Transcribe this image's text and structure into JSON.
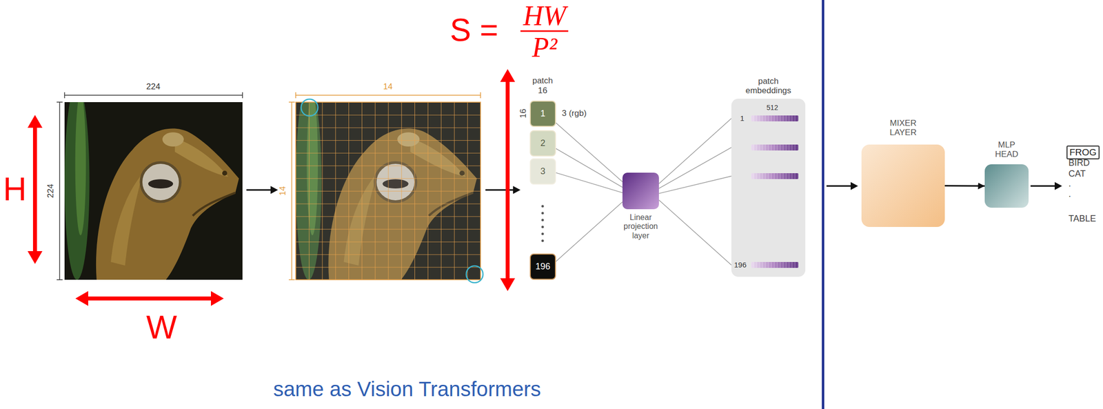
{
  "diagram": {
    "nodes": [
      {
        "text": [
          "1"
        ]
      },
      {
        "text": [
          "2"
        ]
      },
      {
        "text": [
          "3"
        ]
      },
      {
        "text": [
          "196"
        ]
      },
      {
        "text": [
          "Linear projection layer"
        ]
      },
      {
        "text": [
          "patch embeddings",
          "512",
          "1",
          "196"
        ]
      },
      {
        "text": [
          "MIXER LAYER"
        ]
      },
      {
        "text": [
          "MLP HEAD"
        ]
      },
      {
        "text": [
          "FROG"
        ]
      }
    ],
    "edges": [
      {
        "from": 0,
        "to": 4,
        "arrow": "none"
      },
      {
        "from": 1,
        "to": 4,
        "arrow": "none"
      },
      {
        "from": 2,
        "to": 4,
        "arrow": "none"
      },
      {
        "from": 3,
        "to": 4,
        "arrow": "none"
      },
      {
        "from": 4,
        "to": 5,
        "arrow": "none"
      },
      {
        "from": 4,
        "to": 5,
        "arrow": "none"
      },
      {
        "from": 4,
        "to": 5,
        "arrow": "none"
      },
      {
        "from": 4,
        "to": 5,
        "arrow": "none"
      },
      {
        "from": 6,
        "to": 7,
        "arrow": "to"
      }
    ],
    "labels": [
      "S =",
      "HW",
      "P²",
      "224",
      "224",
      "H",
      "W",
      "14",
      "14",
      "patch 16",
      "16",
      "3 (rgb)",
      "BIRD",
      "CAT",
      ".",
      ".",
      "TABLE",
      "same as Vision Transformers"
    ]
  }
}
